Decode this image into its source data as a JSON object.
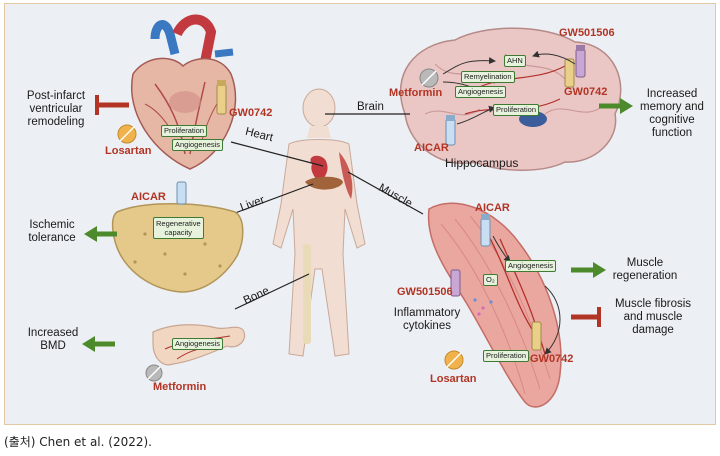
{
  "citation": "(출처) Chen et al. (2022).",
  "body_labels": {
    "heart": "Heart",
    "brain": "Brain",
    "liver": "Liver",
    "muscle": "Muscle",
    "bone": "Bone"
  },
  "heart": {
    "outcome": [
      "Post-infarct",
      "ventricular",
      "remodeling"
    ],
    "drug_inhibitor": "Losartan",
    "drug_agonist": "GW0742",
    "boxes": {
      "proliferation": "Proliferation",
      "angiogenesis": "Angiogenesis"
    }
  },
  "brain": {
    "drug_metformin": "Metformin",
    "drug_gw501506": "GW501506",
    "drug_gw0742": "GW0742",
    "drug_aicar": "AICAR",
    "boxes": {
      "ahn": "AHN",
      "remyelination": "Remyelination",
      "angiogenesis": "Angiogenesis",
      "proliferation": "Proliferation"
    },
    "region": "Hippocampus",
    "outcome": [
      "Increased",
      "memory and",
      "cognitive",
      "function"
    ]
  },
  "liver": {
    "drug": "AICAR",
    "box": [
      "Regenerative",
      "capacity"
    ],
    "outcome": [
      "Ischemic",
      "tolerance"
    ]
  },
  "bone": {
    "drug": "Metformin",
    "box": "Angiogenesis",
    "outcome": [
      "Increased",
      "BMD"
    ]
  },
  "muscle": {
    "drug_aicar": "AICAR",
    "drug_gw501506": "GW501506",
    "drug_losartan": "Losartan",
    "drug_gw0742": "GW0742",
    "boxes": {
      "angiogenesis": "Angiogenesis",
      "o2": "O₂",
      "proliferation": "Proliferation"
    },
    "cytokines": [
      "Inflammatory",
      "cytokines"
    ],
    "outcome_positive": [
      "Muscle",
      "regeneration"
    ],
    "outcome_negative": [
      "Muscle fibrosis",
      "and muscle",
      "damage"
    ]
  }
}
